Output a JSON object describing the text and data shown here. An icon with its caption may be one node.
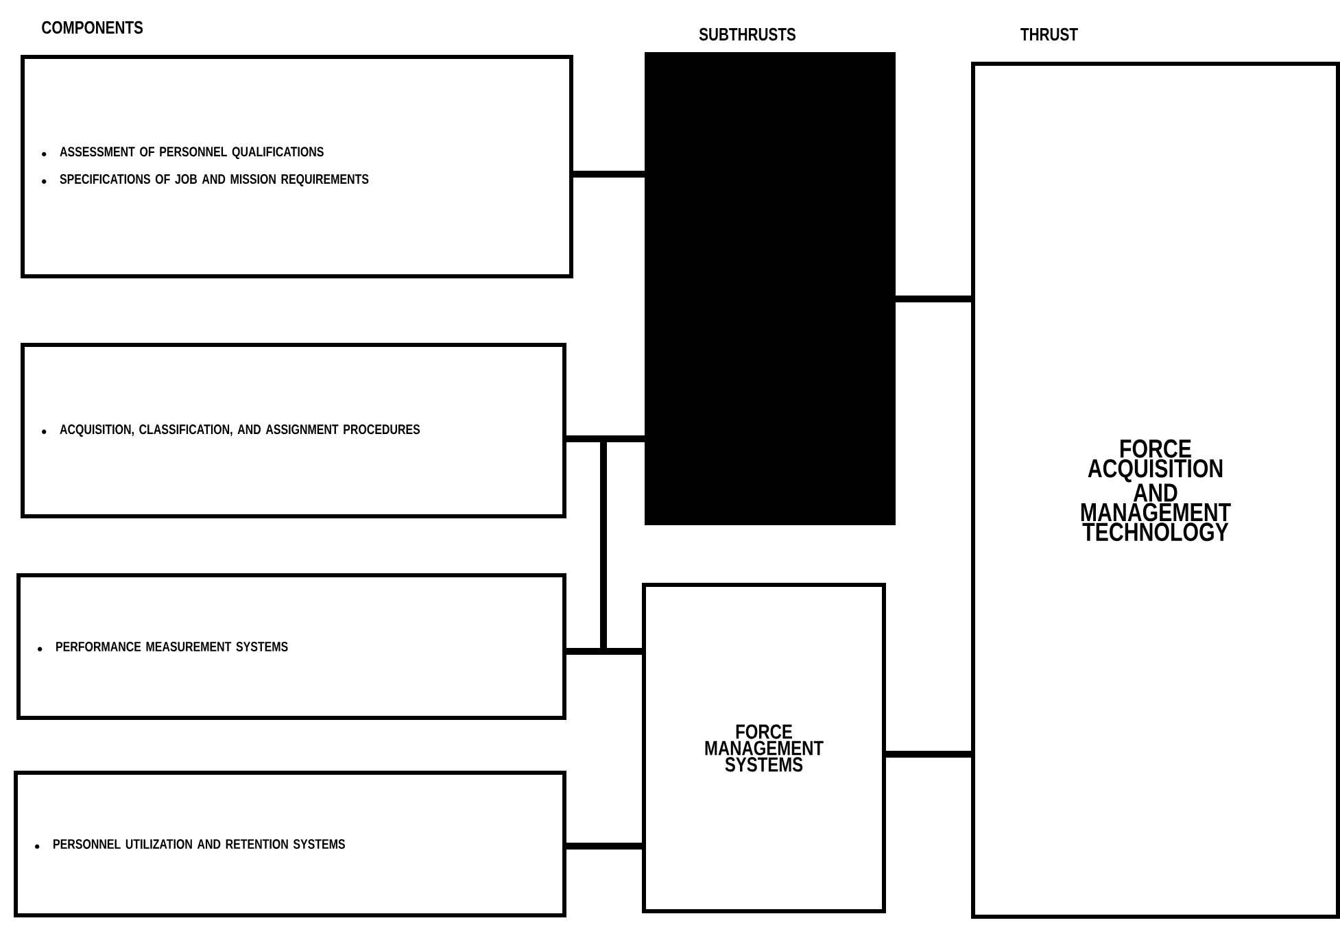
{
  "diagram": {
    "nodes": [
      {
        "text": [
          "ASSESSMENT OF PERSONNEL QUALIFICATIONS",
          "SPECIFICATIONS OF JOB AND MISSION REQUIREMENTS"
        ]
      },
      {
        "text": [
          "ACQUISITION, CLASSIFICATION, AND ASSIGNMENT PROCEDURES"
        ]
      },
      {
        "text": [
          "PERFORMANCE MEASUREMENT SYSTEMS"
        ]
      },
      {
        "text": [
          "PERSONNEL UTILIZATION AND RETENTION SYSTEMS"
        ]
      },
      {
        "text": [],
        "shape": "box"
      },
      {
        "text": [
          "FORCE MANAGEMENT SYSTEMS"
        ]
      },
      {
        "text": [
          "FORCE ACQUISITION AND MANAGEMENT TECHNOLOGY"
        ]
      }
    ],
    "edges": [
      {
        "from": 0,
        "to": 4,
        "arrow": "none"
      },
      {
        "from": 1,
        "to": 4,
        "arrow": "none"
      },
      {
        "from": 1,
        "to": 5,
        "arrow": "none"
      },
      {
        "from": 2,
        "to": 5,
        "arrow": "none"
      },
      {
        "from": 3,
        "to": 5,
        "arrow": "none"
      },
      {
        "from": 4,
        "to": 6,
        "arrow": "none"
      },
      {
        "from": 5,
        "to": 6,
        "arrow": "none"
      }
    ],
    "labels": [
      "COMPONENTS",
      "SUBTHRUSTS",
      "THRUST"
    ]
  }
}
